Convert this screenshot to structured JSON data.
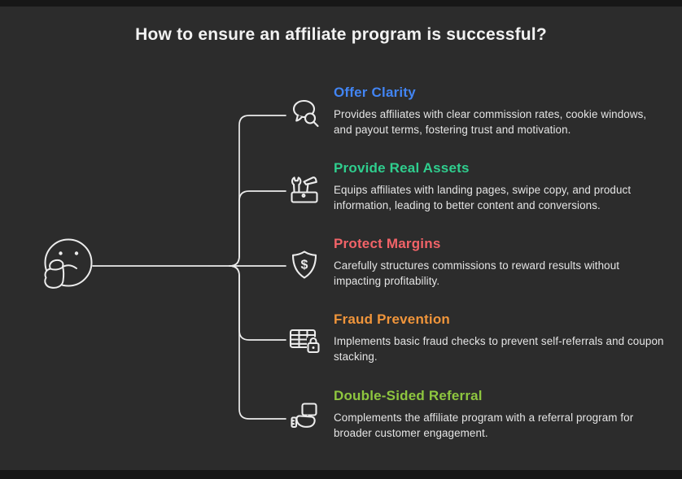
{
  "title": "How to ensure an affiliate program is successful?",
  "figure": {
    "name": "thinking-face"
  },
  "colors": {
    "background": "#2c2c2c",
    "edge_bar": "#171717",
    "connector_line": "#ebebeb",
    "title_text": "#f2f2f2",
    "description_text": "#e5e5e5"
  },
  "items": [
    {
      "label": "Offer Clarity",
      "color": "#4285f4",
      "icon": "chat-search-icon",
      "description": "Provides affiliates with clear commission rates, cookie windows, and payout terms, fostering trust and motivation."
    },
    {
      "label": "Provide Real Assets",
      "color": "#2fce8e",
      "icon": "toolbox-icon",
      "description": "Equips affiliates with landing pages, swipe copy, and product information, leading to better content and conversions."
    },
    {
      "label": "Protect Margins",
      "color": "#f26368",
      "icon": "shield-dollar-icon",
      "description": "Carefully structures commissions to reward results without impacting profitability."
    },
    {
      "label": "Fraud Prevention",
      "color": "#f0953b",
      "icon": "table-lock-icon",
      "description": "Implements basic fraud checks to prevent self-referrals and coupon stacking."
    },
    {
      "label": "Double-Sided Referral",
      "color": "#8ec63f",
      "icon": "referral-hand-icon",
      "description": "Complements the affiliate program with a referral program for broader customer engagement."
    }
  ]
}
